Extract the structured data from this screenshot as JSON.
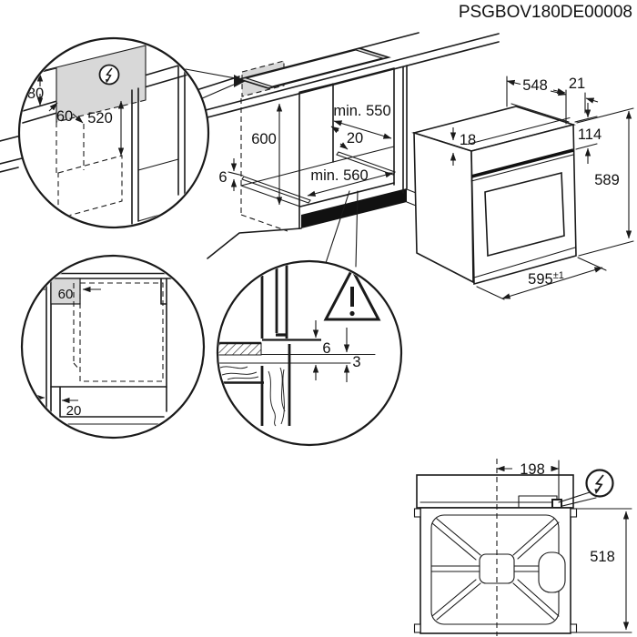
{
  "title": "PSGBOV180DE00008",
  "colors": {
    "line": "#1a1a1a",
    "shade": "#d8d8d8",
    "black_fill": "#111111"
  },
  "insets": {
    "electrical": {
      "label": "electrical-connection-zone",
      "icon": "lightning-bolt-circle",
      "dims": {
        "zone_height": "80",
        "edge_offset": "60",
        "zone_bottom": "520"
      }
    },
    "side_clearance": {
      "label": "cabinet-side-section",
      "dims": {
        "top_gap": "60",
        "plinth_recess": "20"
      }
    },
    "hob_clearance": {
      "label": "hob-countertop-section",
      "icon": "warning-triangle",
      "dims": {
        "min_gap": "6",
        "panel_gap": "3"
      }
    }
  },
  "cabinet_view": {
    "label": "built-in-niche-isometric",
    "dims": {
      "niche_height": "600",
      "niche_depth": "min. 550",
      "rail_offset": "20",
      "rail_thickness": "6",
      "niche_width": "min. 560"
    }
  },
  "oven_view": {
    "label": "oven-isometric",
    "dims": {
      "depth": "548",
      "front_overhang": "21",
      "top_trim": "18",
      "control_panel": "114",
      "height": "589",
      "width": "595",
      "width_tolerance": "±1"
    }
  },
  "rear_view": {
    "label": "oven-rear-panel",
    "icon": "lightning-bolt-circle",
    "dims": {
      "mains_offset": "198",
      "rear_height": "518"
    }
  }
}
